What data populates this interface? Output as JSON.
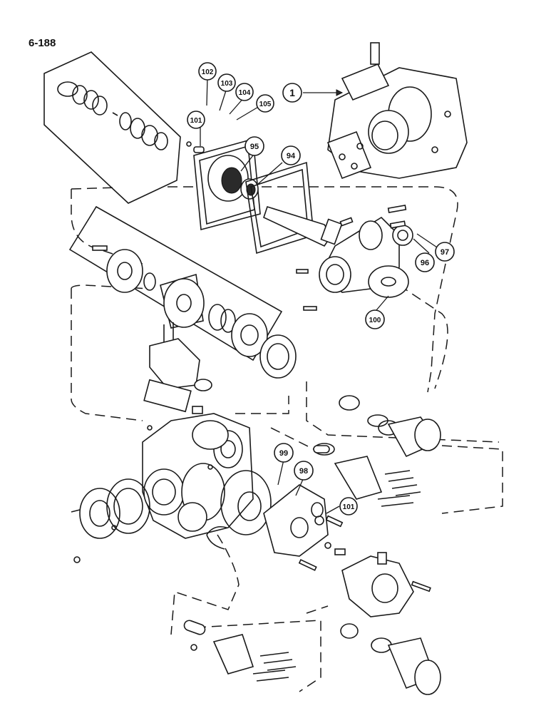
{
  "page": {
    "number": "6-188"
  },
  "callouts": [
    {
      "id": "c1",
      "label": "1"
    },
    {
      "id": "c94",
      "label": "94"
    },
    {
      "id": "c95",
      "label": "95"
    },
    {
      "id": "c96",
      "label": "96"
    },
    {
      "id": "c97",
      "label": "97"
    },
    {
      "id": "c98",
      "label": "98"
    },
    {
      "id": "c99",
      "label": "99"
    },
    {
      "id": "c100",
      "label": "100"
    },
    {
      "id": "c101a",
      "label": "101"
    },
    {
      "id": "c101b",
      "label": "101"
    },
    {
      "id": "c102",
      "label": "102"
    },
    {
      "id": "c103",
      "label": "103"
    },
    {
      "id": "c104",
      "label": "104"
    },
    {
      "id": "c105",
      "label": "105"
    }
  ]
}
